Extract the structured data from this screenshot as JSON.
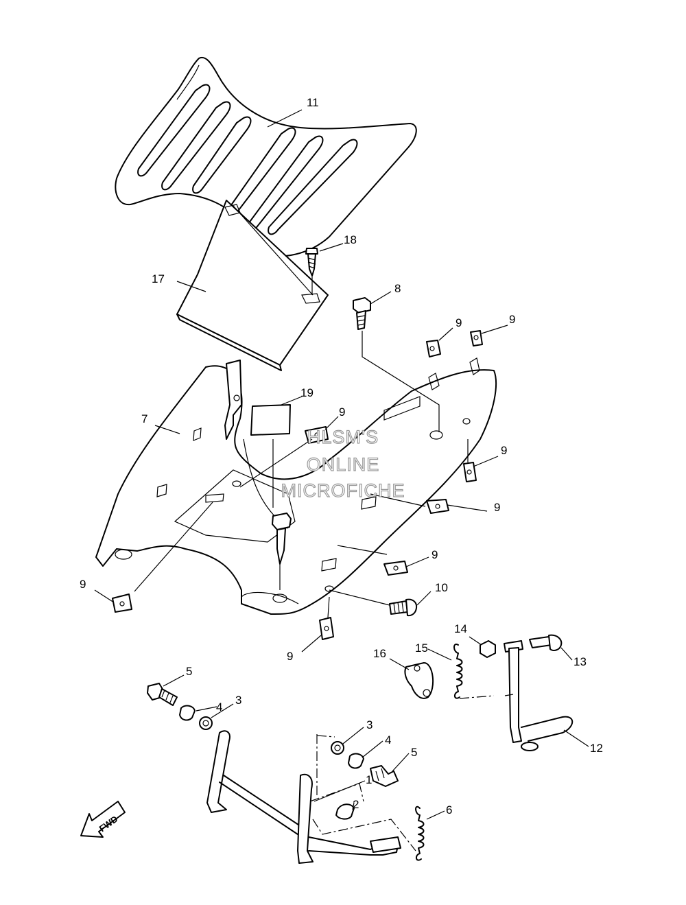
{
  "watermark": {
    "line1": "HLSM'S",
    "line2": "ONLINE",
    "line3": "MICROFICHE"
  },
  "direction_label": "FWD",
  "callouts": [
    {
      "id": "c11",
      "text": "11"
    },
    {
      "id": "c18",
      "text": "18"
    },
    {
      "id": "c17",
      "text": "17"
    },
    {
      "id": "c8",
      "text": "8"
    },
    {
      "id": "c9a",
      "text": "9"
    },
    {
      "id": "c9b",
      "text": "9"
    },
    {
      "id": "c19",
      "text": "19"
    },
    {
      "id": "c9c",
      "text": "9"
    },
    {
      "id": "c7",
      "text": "7"
    },
    {
      "id": "c9d",
      "text": "9"
    },
    {
      "id": "c9e",
      "text": "9"
    },
    {
      "id": "c9f",
      "text": "9"
    },
    {
      "id": "c9g",
      "text": "9"
    },
    {
      "id": "c10",
      "text": "10"
    },
    {
      "id": "c9h",
      "text": "9"
    },
    {
      "id": "c14",
      "text": "14"
    },
    {
      "id": "c13",
      "text": "13"
    },
    {
      "id": "c16",
      "text": "16"
    },
    {
      "id": "c15",
      "text": "15"
    },
    {
      "id": "c5a",
      "text": "5"
    },
    {
      "id": "c4a",
      "text": "4"
    },
    {
      "id": "c3a",
      "text": "3"
    },
    {
      "id": "c3b",
      "text": "3"
    },
    {
      "id": "c4b",
      "text": "4"
    },
    {
      "id": "c5b",
      "text": "5"
    },
    {
      "id": "c1",
      "text": "1"
    },
    {
      "id": "c2",
      "text": "2"
    },
    {
      "id": "c12",
      "text": "12"
    },
    {
      "id": "c6",
      "text": "6"
    }
  ]
}
